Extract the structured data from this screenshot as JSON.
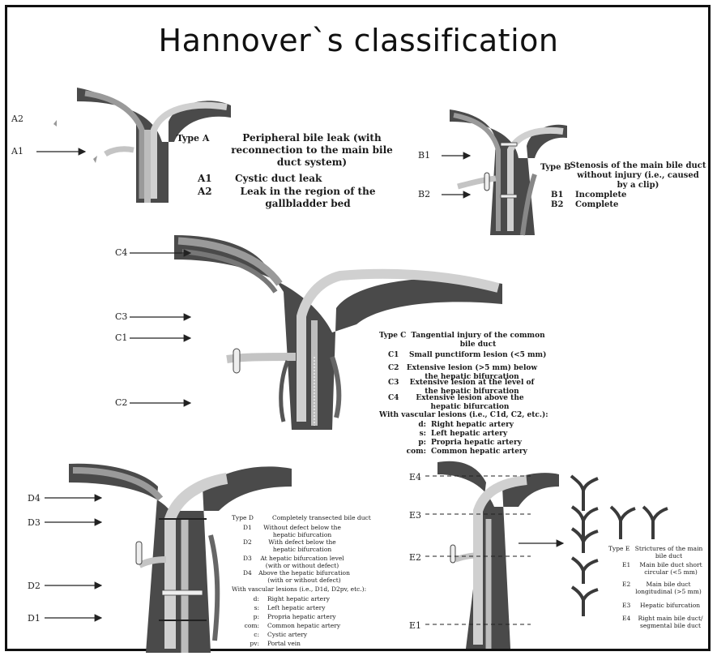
{
  "title": "Hannover`s classification",
  "typeA": {
    "heading": "Type A",
    "desc_lines": [
      "Peripheral bile leak (with",
      "reconnection to the main bile",
      "duct system)"
    ],
    "a1_code": "A1",
    "a1_text": "Cystic duct leak",
    "a2_code": "A2",
    "a2_text_lines": [
      "Leak in the region of the",
      "gallbladder bed"
    ],
    "pointer_labels": {
      "a2": "A2",
      "a1": "A1"
    }
  },
  "typeB": {
    "heading": "Type B",
    "desc_lines": [
      "Stenosis of the main bile duct",
      "without injury (i.e., caused",
      "by a clip)"
    ],
    "b1_code": "B1",
    "b1_text": "Incomplete",
    "b2_code": "B2",
    "b2_text": "Complete",
    "pointer_labels": {
      "b1": "B1",
      "b2": "B2"
    }
  },
  "typeC": {
    "heading": "Type C",
    "desc_lines": [
      "Tangential injury of the common",
      "bile duct"
    ],
    "items": [
      {
        "code": "C1",
        "lines": [
          "Small punctiform lesion (<5 mm)"
        ]
      },
      {
        "code": "C2",
        "lines": [
          "Extensive lesion (>5 mm) below",
          "the hepatic bifurcation"
        ]
      },
      {
        "code": "C3",
        "lines": [
          "Extensive lesion at the level of",
          "the hepatic bifurcation"
        ]
      },
      {
        "code": "C4",
        "lines": [
          "Extensive lesion above the",
          "hepatic bifurcation"
        ]
      }
    ],
    "vascular_heading": "With vascular lesions (i.e., C1d, C2, etc.):",
    "vascular": [
      {
        "code": "d:",
        "text": "Right hepatic artery"
      },
      {
        "code": "s:",
        "text": "Left hepatic artery"
      },
      {
        "code": "p:",
        "text": "Propria hepatic artery"
      },
      {
        "code": "com:",
        "text": "Common hepatic artery"
      }
    ],
    "pointer_labels": {
      "c4": "C4",
      "c3": "C3",
      "c1": "C1",
      "c2": "C2"
    }
  },
  "typeD": {
    "heading": "Type D",
    "heading_text": "Completely transected bile duct",
    "items": [
      {
        "code": "D1",
        "lines": [
          "Without defect below the",
          "hepatic bifurcation"
        ]
      },
      {
        "code": "D2",
        "lines": [
          "With defect below the",
          "hepatic bifurcation"
        ]
      },
      {
        "code": "D3",
        "lines": [
          "At hepatic bifurcation level",
          "(with or without defect)"
        ]
      },
      {
        "code": "D4",
        "lines": [
          "Above the hepatic bifurcation",
          "(with or without defect)"
        ]
      }
    ],
    "vascular_heading": "With vascular lesions (i.e., D1d, D2pv, etc.):",
    "vascular": [
      {
        "code": "d:",
        "text": "Right hepatic artery"
      },
      {
        "code": "s:",
        "text": "Left hepatic artery"
      },
      {
        "code": "p:",
        "text": "Propria hepatic artery"
      },
      {
        "code": "com:",
        "text": "Common hepatic artery"
      },
      {
        "code": "c:",
        "text": "Cystic artery"
      },
      {
        "code": "pv:",
        "text": "Portal vein"
      }
    ],
    "pointer_labels": {
      "d4": "D4",
      "d3": "D3",
      "d2": "D2",
      "d1": "D1"
    }
  },
  "typeE": {
    "heading": "Type E",
    "heading_text_lines": [
      "Strictures of the main",
      "bile duct"
    ],
    "items": [
      {
        "code": "E1",
        "lines": [
          "Main bile duct short",
          "circular (<5 mm)"
        ]
      },
      {
        "code": "E2",
        "lines": [
          "Main bile duct",
          "longitudinal (>5 mm)"
        ]
      },
      {
        "code": "E3",
        "lines": [
          "Hepatic bifurcation"
        ]
      },
      {
        "code": "E4",
        "lines": [
          "Right main bile duct/",
          "segmental bile duct"
        ]
      }
    ],
    "pointer_labels": {
      "e4": "E4",
      "e3": "E3",
      "e2": "E2",
      "e1": "E1"
    }
  },
  "colors": {
    "tissue_dark": "#3a3a3a",
    "tissue_mid": "#7a7a7a",
    "duct_light": "#c9c9c9",
    "frame": "#111111"
  }
}
